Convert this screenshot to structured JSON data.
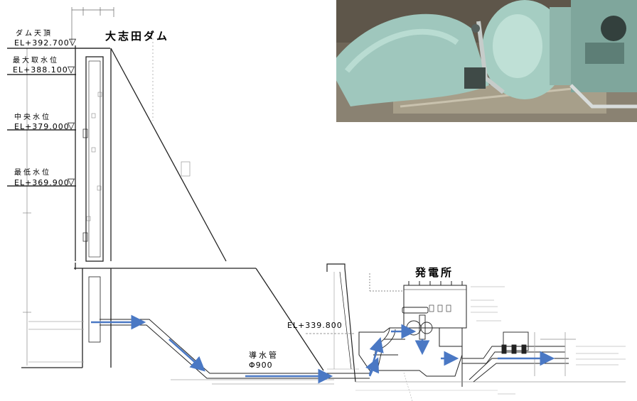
{
  "dam": {
    "name": "大志田ダム",
    "levels": [
      {
        "label": "ダム天頂",
        "elevation": "EL+392.700"
      },
      {
        "label": "最大取水位",
        "elevation": "EL+388.100"
      },
      {
        "label": "中央水位",
        "elevation": "EL+379.000"
      },
      {
        "label": "最低水位",
        "elevation": "EL+369.900"
      }
    ],
    "triangle": "▽"
  },
  "powerhouse": {
    "name": "発電所",
    "elevation": "EL+339.800"
  },
  "penstock": {
    "name": "導水管",
    "diameter": "Φ900"
  },
  "colors": {
    "line": "#222222",
    "faint": "#9a9a9a",
    "flow_arrow": "#4a78c4",
    "turbine_casing": "#9fc7bd"
  },
  "photo": {
    "subject": "turbine-generator-photo"
  }
}
